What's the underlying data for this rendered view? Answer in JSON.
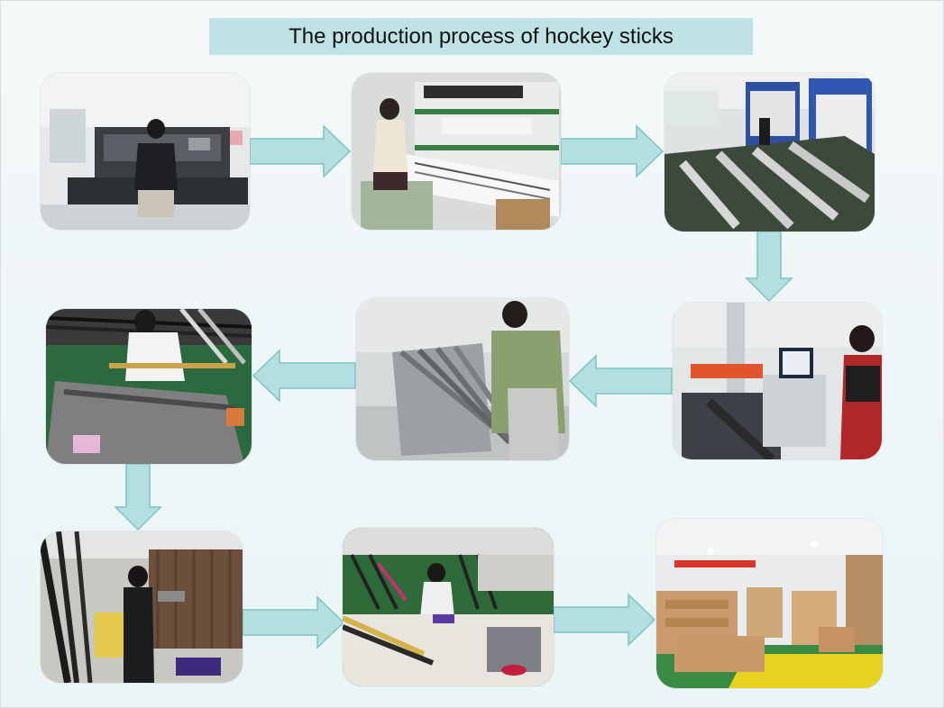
{
  "title": "The production process of hockey sticks",
  "colors": {
    "title_bg": "#bfe3e4",
    "arrow_fill": "#b4dfe1",
    "arrow_stroke": "#7fc2c6"
  },
  "steps": [
    {
      "icon": "paper-cutting-machine-photo"
    },
    {
      "icon": "worker-wrapping-material-photo"
    },
    {
      "icon": "hot-press-molding-photo"
    },
    {
      "icon": "strength-testing-machine-photo"
    },
    {
      "icon": "worker-sanding-sticks-photo"
    },
    {
      "icon": "worker-inspecting-sticks-photo"
    },
    {
      "icon": "worker-spray-painting-photo"
    },
    {
      "icon": "worker-finishing-sticks-photo"
    },
    {
      "icon": "packaged-boxes-warehouse-photo"
    }
  ]
}
